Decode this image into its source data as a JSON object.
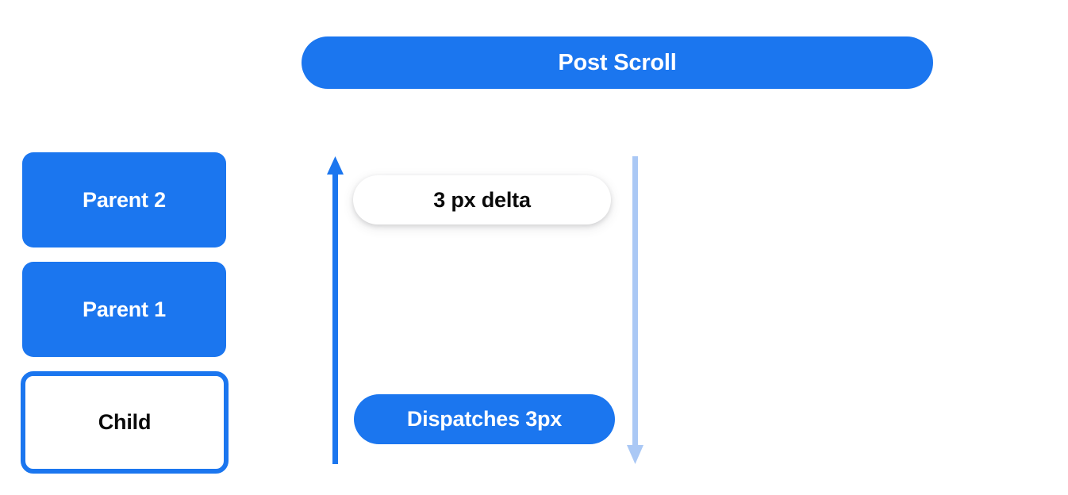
{
  "header": {
    "title": "Post Scroll"
  },
  "colors": {
    "primary_blue": "#1b76ef",
    "light_blue": "#aac8f5",
    "text_dark": "#0a0a0a",
    "text_light": "#ffffff",
    "background": "#ffffff"
  },
  "node_stack": {
    "items": [
      {
        "label": "Parent 2",
        "style": "filled"
      },
      {
        "label": "Parent 1",
        "style": "filled"
      },
      {
        "label": "Child",
        "style": "outlined"
      }
    ]
  },
  "flow": {
    "up_arrow": {
      "icon": "arrow-up-icon",
      "color": "#1b76ef",
      "direction": "up"
    },
    "down_arrow": {
      "icon": "arrow-down-icon",
      "color": "#aac8f5",
      "direction": "down"
    },
    "delta_badge": {
      "label": "3 px delta"
    },
    "dispatch_badge": {
      "label": "Dispatches 3px"
    }
  }
}
